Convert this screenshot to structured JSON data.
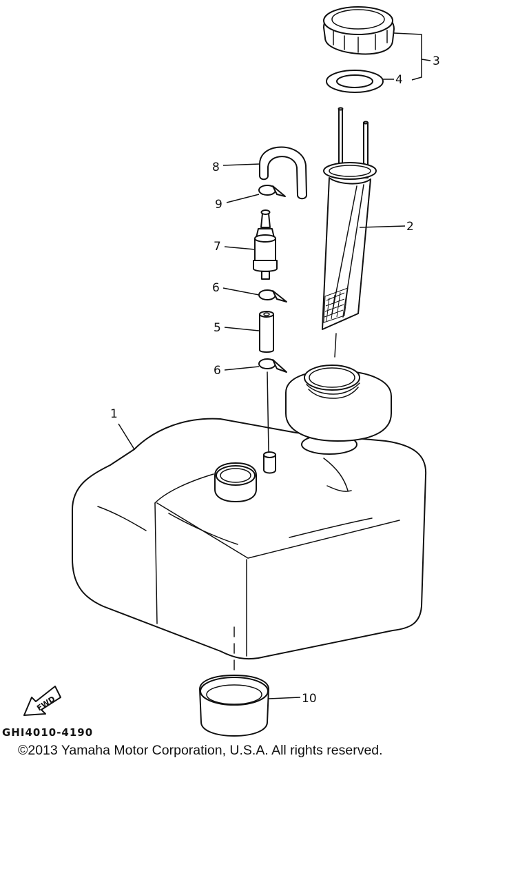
{
  "diagram": {
    "callouts": {
      "fuel_tank": "1",
      "fuel_gauge_pipe": "2",
      "fuel_cap_assy": "3",
      "gasket": "4",
      "hose": "5",
      "clip_lower": "6",
      "clip_upper": "6",
      "fuel_filter": "7",
      "vent_hose": "8",
      "clip_top": "9",
      "drain_cap": "10"
    },
    "direction_arrow_label": "FWD"
  },
  "figure_code": "GHI4010-4190",
  "copyright": "©2013 Yamaha Motor Corporation, U.S.A. All rights reserved."
}
